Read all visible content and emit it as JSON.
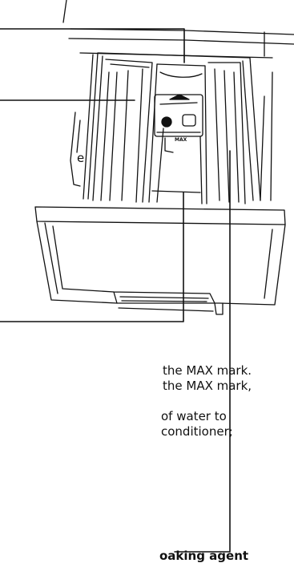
{
  "diagram": {
    "name": "detergent-dispenser-drawer",
    "embossed_label": "MAX"
  },
  "text_lines": [
    "e",
    "the MAX mark.",
    "the MAX mark,",
    "of water to",
    "conditioner;",
    "oaking agent"
  ],
  "colors": {
    "line": "#111111",
    "background": "#ffffff"
  }
}
